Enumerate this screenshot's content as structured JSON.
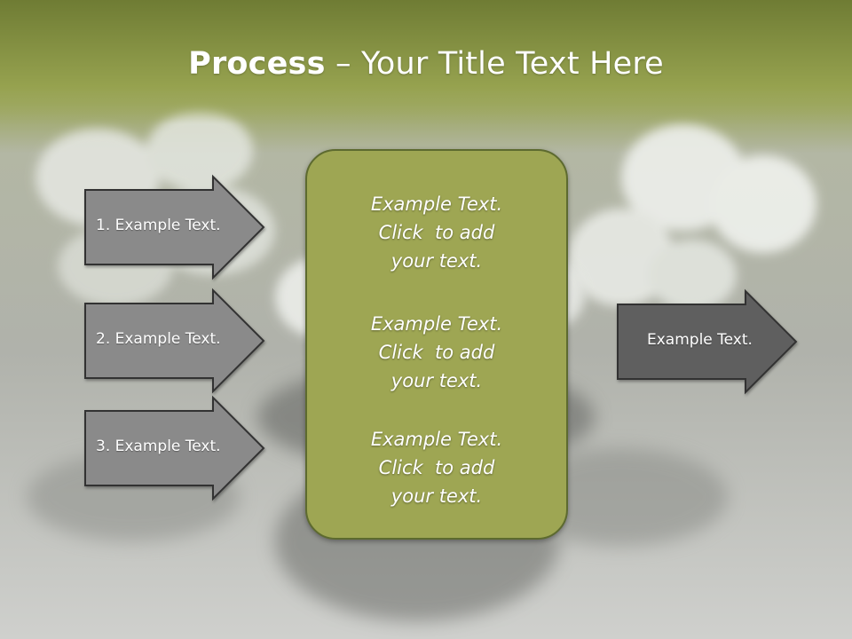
{
  "title": {
    "bold": "Process",
    "rest": " – Your Title Text Here"
  },
  "steps": [
    {
      "label": "1. Example Text."
    },
    {
      "label": "2. Example Text."
    },
    {
      "label": "3. Example Text."
    }
  ],
  "center": {
    "blocks": [
      {
        "line1": "Example Text.",
        "line2": "Click  to add",
        "line3": "your text."
      },
      {
        "line1": "Example Text.",
        "line2": "Click  to add",
        "line3": "your text."
      },
      {
        "line1": "Example Text.",
        "line2": "Click  to add",
        "line3": "your text."
      }
    ]
  },
  "output": {
    "label": "Example Text."
  },
  "colors": {
    "header_band": "#8e9a47",
    "panel_fill": "#9ea653",
    "panel_border": "#5d6a2f",
    "step_arrow_fill": "#8a8a8a",
    "output_arrow_fill": "#5e5e5e",
    "arrow_border": "#333333"
  }
}
